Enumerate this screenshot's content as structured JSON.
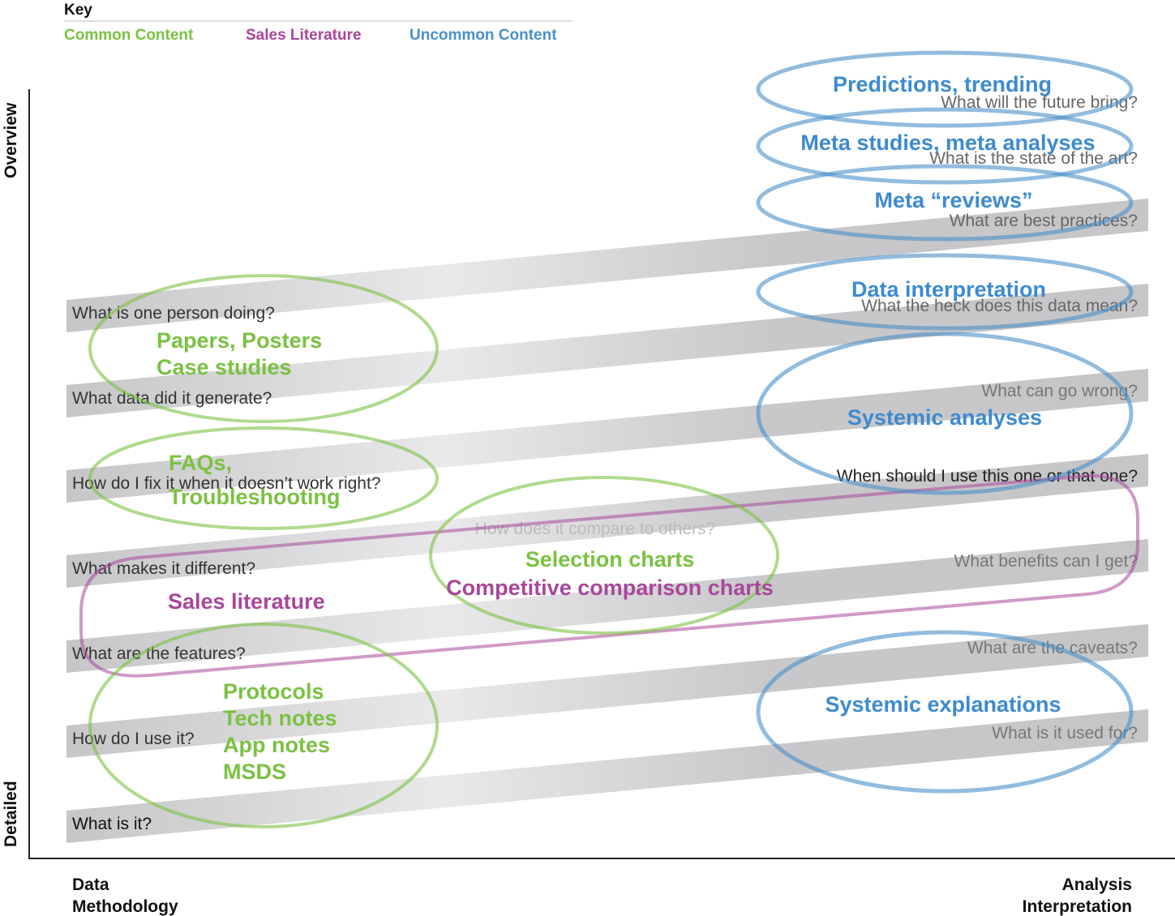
{
  "key": {
    "title": "Key",
    "items": [
      {
        "label": "Common Content",
        "color": "#7bc142"
      },
      {
        "label": "Sales Literature",
        "color": "#a8479b"
      },
      {
        "label": "Uncommon Content",
        "color": "#4a90c8"
      }
    ]
  },
  "axes": {
    "y_top": "Overview",
    "y_bottom": "Detailed",
    "x_left": [
      "Data",
      "Methodology"
    ],
    "x_right": [
      "Analysis",
      "Interpretation"
    ]
  },
  "bands": [
    {
      "left": "What is one person doing?",
      "right": "What are best practices?"
    },
    {
      "left": "What data did it generate?",
      "right": "What the heck does this data mean?"
    },
    {
      "left": "How do I fix it when it doesn’t work right?",
      "right": "What can go wrong?"
    },
    {
      "left": "What makes it different?",
      "right": "When should I use this one or that one?"
    },
    {
      "left": "What are the features?",
      "right": "What benefits can I get?"
    },
    {
      "left": "How do I use it?",
      "right": "What are the caveats?"
    },
    {
      "left": "What is it?",
      "right": "What is it used for?"
    }
  ],
  "top_questions": [
    "What will the future bring?",
    "What is the state of the art?"
  ],
  "middle_question": "How does it compare to others?",
  "groups": {
    "predictions": "Predictions, trending",
    "meta_studies": "Meta studies, meta analyses",
    "meta_reviews": "Meta “reviews”",
    "data_interpretation": "Data interpretation",
    "systemic_analyses": "Systemic analyses",
    "systemic_explanations": "Systemic explanations",
    "papers": [
      "Papers, Posters",
      "Case studies"
    ],
    "faqs": [
      "FAQs,",
      "Troubleshooting"
    ],
    "selection_charts": "Selection charts",
    "competitive_charts": "Competitive comparison charts",
    "sales_literature": "Sales literature",
    "protocols": [
      "Protocols",
      "Tech notes",
      "App notes",
      "MSDS"
    ]
  },
  "colors": {
    "common": "#7bc142",
    "sales": "#a8479b",
    "uncommon": "#4a90c8",
    "band_dark": "#c8c8ca",
    "band_light": "#e8e8ea"
  }
}
